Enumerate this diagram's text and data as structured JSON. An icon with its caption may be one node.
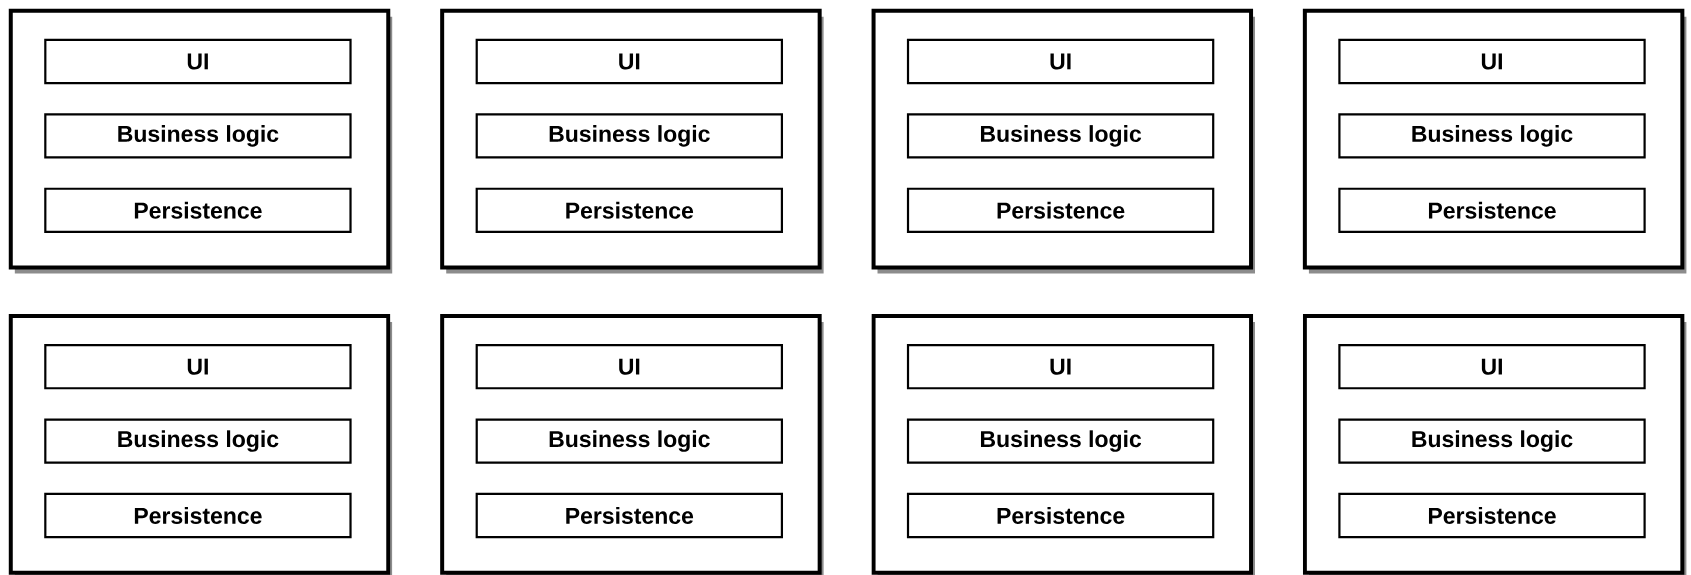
{
  "diagram": {
    "nodes": [
      {
        "text": [],
        "shape": "box"
      },
      {
        "text": [
          "UI"
        ],
        "in": 0
      },
      {
        "text": [
          "Business logic"
        ],
        "in": 0
      },
      {
        "text": [
          "Persistence"
        ],
        "in": 0
      },
      {
        "text": [],
        "shape": "box"
      },
      {
        "text": [
          "UI"
        ],
        "in": 4
      },
      {
        "text": [
          "Business logic"
        ],
        "in": 4
      },
      {
        "text": [
          "Persistence"
        ],
        "in": 4
      },
      {
        "text": [],
        "shape": "box"
      },
      {
        "text": [
          "UI"
        ],
        "in": 8
      },
      {
        "text": [
          "Business logic"
        ],
        "in": 8
      },
      {
        "text": [
          "Persistence"
        ],
        "in": 8
      },
      {
        "text": [],
        "shape": "box"
      },
      {
        "text": [
          "UI"
        ],
        "in": 12
      },
      {
        "text": [
          "Business logic"
        ],
        "in": 12
      },
      {
        "text": [
          "Persistence"
        ],
        "in": 12
      },
      {
        "text": [],
        "shape": "box"
      },
      {
        "text": [
          "UI"
        ],
        "in": 16
      },
      {
        "text": [
          "Business logic"
        ],
        "in": 16
      },
      {
        "text": [
          "Persistence"
        ],
        "in": 16
      },
      {
        "text": [],
        "shape": "box"
      },
      {
        "text": [
          "UI"
        ],
        "in": 20
      },
      {
        "text": [
          "Business logic"
        ],
        "in": 20
      },
      {
        "text": [
          "Persistence"
        ],
        "in": 20
      },
      {
        "text": [],
        "shape": "box"
      },
      {
        "text": [
          "UI"
        ],
        "in": 24
      },
      {
        "text": [
          "Business logic"
        ],
        "in": 24
      },
      {
        "text": [
          "Persistence"
        ],
        "in": 24
      },
      {
        "text": [],
        "shape": "box"
      },
      {
        "text": [
          "UI"
        ],
        "in": 28
      },
      {
        "text": [
          "Business logic"
        ],
        "in": 28
      },
      {
        "text": [
          "Persistence"
        ],
        "in": 28
      }
    ]
  }
}
